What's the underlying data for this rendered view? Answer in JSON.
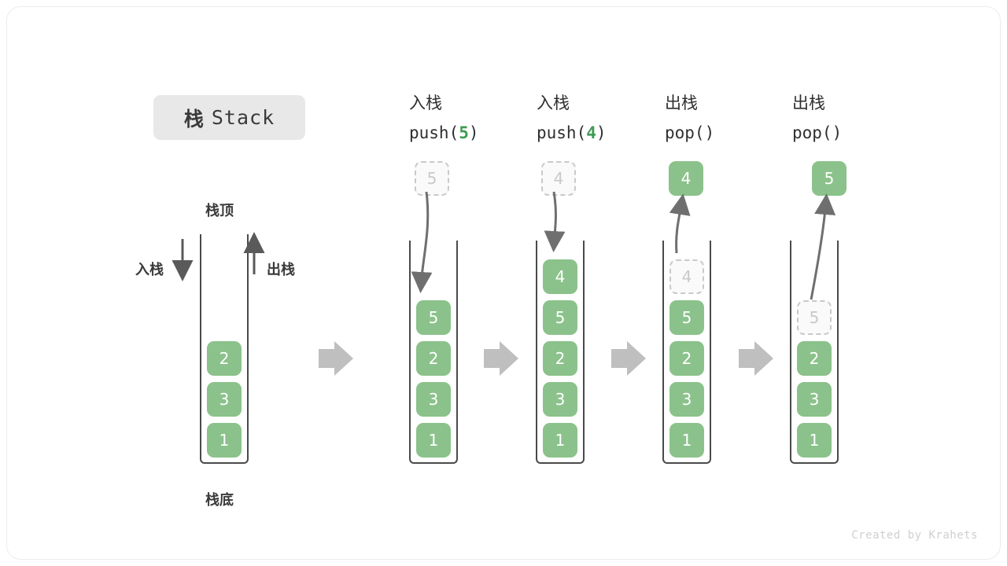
{
  "title": {
    "cn": "栈",
    "en": "Stack"
  },
  "labels": {
    "top": "栈顶",
    "bottom": "栈底",
    "push_side": "入栈",
    "pop_side": "出栈"
  },
  "watermark": "Created by Krahets",
  "colors": {
    "element_green": "#8bc28b",
    "accent_green": "#3f9a52",
    "ghost_gray": "#c9c9c9",
    "frame_gray": "#4a4a4a",
    "arrow_gray": "#bfbfbf",
    "badge_bg": "#e8e8e8",
    "text_dark": "#3a3a3a"
  },
  "columns": [
    {
      "id": "initial",
      "op_cn": "",
      "op_code_prefix": "",
      "op_code_arg": "",
      "op_code_suffix": "",
      "stack": [
        "2",
        "3",
        "1"
      ],
      "ghost": null,
      "popped": null
    },
    {
      "id": "push-5",
      "op_cn": "入栈",
      "op_code_prefix": "push(",
      "op_code_arg": "5",
      "op_code_suffix": ")",
      "stack": [
        "5",
        "2",
        "3",
        "1"
      ],
      "ghost": "5",
      "popped": null
    },
    {
      "id": "push-4",
      "op_cn": "入栈",
      "op_code_prefix": "push(",
      "op_code_arg": "4",
      "op_code_suffix": ")",
      "stack": [
        "4",
        "5",
        "2",
        "3",
        "1"
      ],
      "ghost": "4",
      "popped": null
    },
    {
      "id": "pop-4",
      "op_cn": "出栈",
      "op_code_prefix": "pop(",
      "op_code_arg": "",
      "op_code_suffix": ")",
      "stack": [
        "5",
        "2",
        "3",
        "1"
      ],
      "ghost": "4",
      "popped": "4"
    },
    {
      "id": "pop-5",
      "op_cn": "出栈",
      "op_code_prefix": "pop(",
      "op_code_arg": "",
      "op_code_suffix": ")",
      "stack": [
        "2",
        "3",
        "1"
      ],
      "ghost": "5",
      "popped": "5"
    }
  ]
}
